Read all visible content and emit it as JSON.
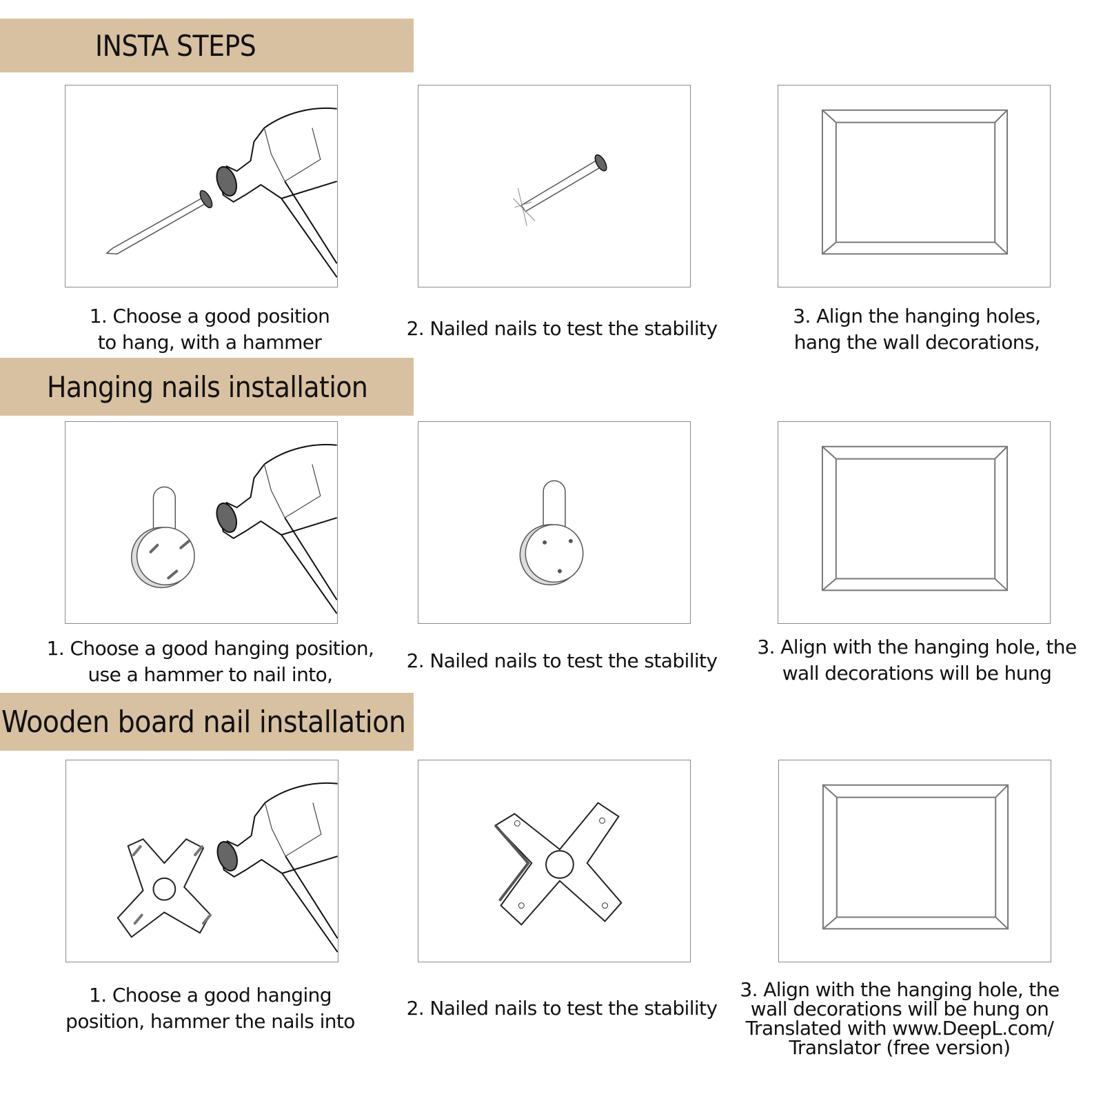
{
  "colors": {
    "header_bg": "#d8c1a0",
    "panel_border": "#8a8a8a"
  },
  "sections": [
    {
      "title": "INSTA  STEPS",
      "steps": [
        {
          "icon": "hammer-nail-icon",
          "caption_lines": [
            "1. Choose a good position",
            "to hang, with a hammer"
          ]
        },
        {
          "icon": "nail-in-wall-icon",
          "caption_lines": [
            "2. Nailed nails to test the stability"
          ]
        },
        {
          "icon": "picture-frame-icon",
          "caption_lines": [
            "3. Align the hanging holes,",
            "hang the wall decorations,"
          ]
        }
      ]
    },
    {
      "title": "Hanging nails installation",
      "steps": [
        {
          "icon": "hammer-hook-icon",
          "caption_lines": [
            "1. Choose a good hanging position,",
            "use a hammer to nail into,"
          ]
        },
        {
          "icon": "wall-hook-icon",
          "caption_lines": [
            "2. Nailed nails to test the stability"
          ]
        },
        {
          "icon": "picture-frame-icon",
          "caption_lines": [
            "3. Align with the hanging hole, the",
            "wall decorations will be hung"
          ]
        }
      ]
    },
    {
      "title": "Wooden board nail installation",
      "steps": [
        {
          "icon": "hammer-cross-plate-icon",
          "caption_lines": [
            "1. Choose a good hanging",
            "position, hammer the nails into"
          ]
        },
        {
          "icon": "cross-plate-icon",
          "caption_lines": [
            "2. Nailed nails to test the stability"
          ]
        },
        {
          "icon": "picture-frame-icon",
          "caption_lines": [
            "3. Align with the hanging hole, the",
            "wall decorations will be hung on",
            "Translated with www.DeepL.com/",
            "Translator (free version)"
          ]
        }
      ]
    }
  ]
}
